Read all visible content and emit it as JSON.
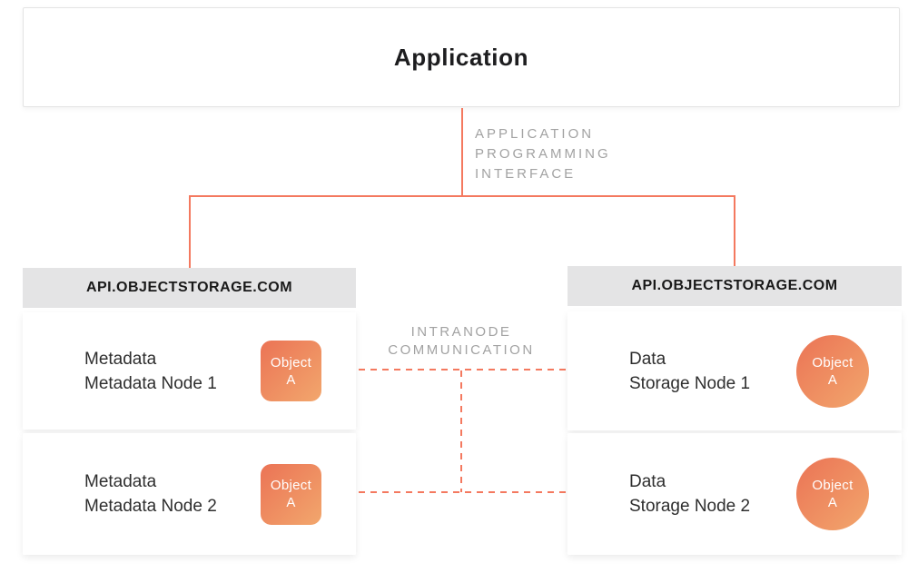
{
  "colors": {
    "accent": "#f4795f",
    "object_gradient_start": "#eb7355",
    "object_gradient_end": "#f2a76d",
    "label_gray": "#a2a2a2",
    "header_bg": "#e4e4e5",
    "title_color": "#1d1d1f"
  },
  "application_box": {
    "title": "Application"
  },
  "api_connector": {
    "lines": [
      "APPLICATION",
      "PROGRAMMING",
      "INTERFACE"
    ]
  },
  "intranode": {
    "lines": [
      "INTRANODE",
      "COMMUNICATION"
    ]
  },
  "left_panel": {
    "header": "API.OBJECTSTORAGE.COM",
    "nodes": [
      {
        "title": "Metadata",
        "subtitle": "Metadata Node 1",
        "object_label": "Object",
        "object_sub": "A"
      },
      {
        "title": "Metadata",
        "subtitle": "Metadata Node 2",
        "object_label": "Object",
        "object_sub": "A"
      }
    ]
  },
  "right_panel": {
    "header": "API.OBJECTSTORAGE.COM",
    "nodes": [
      {
        "title": "Data",
        "subtitle": "Storage Node 1",
        "object_label": "Object",
        "object_sub": "A"
      },
      {
        "title": "Data",
        "subtitle": "Storage Node 2",
        "object_label": "Object",
        "object_sub": "A"
      }
    ]
  }
}
